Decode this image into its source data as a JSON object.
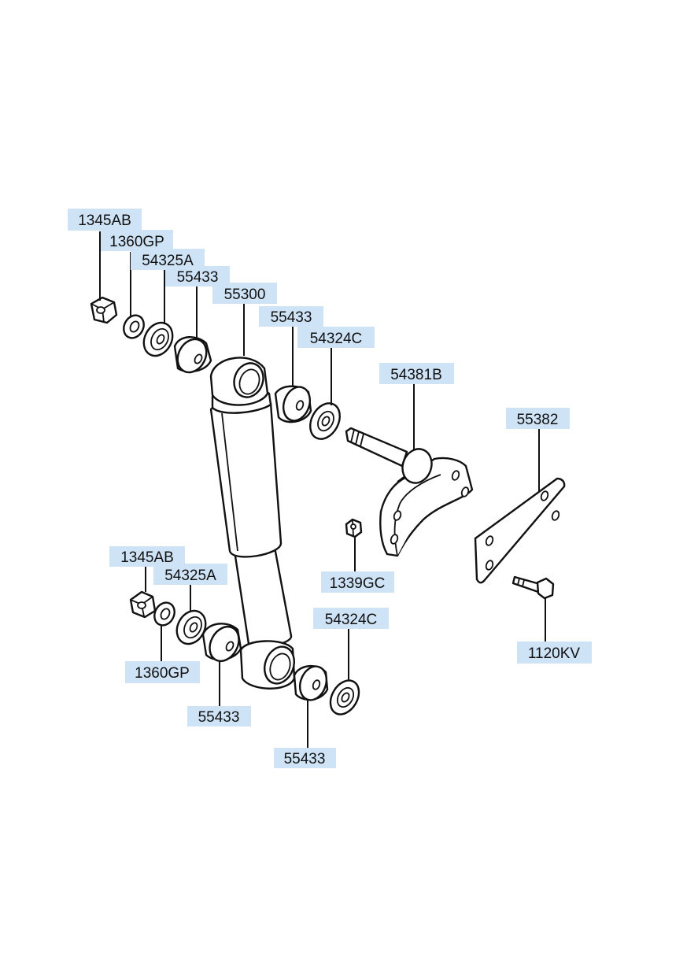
{
  "diagram": {
    "labels": {
      "top_1345AB": "1345AB",
      "top_1360GP": "1360GP",
      "top_54325A": "54325A",
      "top_55433_a": "55433",
      "part_55300": "55300",
      "top_55433_b": "55433",
      "top_54324C": "54324C",
      "bracket_54381B": "54381B",
      "plate_55382": "55382",
      "nut_1339GC": "1339GC",
      "bolt_1120KV": "1120KV",
      "bot_1345AB": "1345AB",
      "bot_54325A": "54325A",
      "bot_1360GP": "1360GP",
      "bot_55433_a": "55433",
      "bot_54324C": "54324C",
      "bot_55433_b": "55433"
    },
    "colors": {
      "label_background": "#cfe3f6",
      "line": "#111111"
    }
  }
}
